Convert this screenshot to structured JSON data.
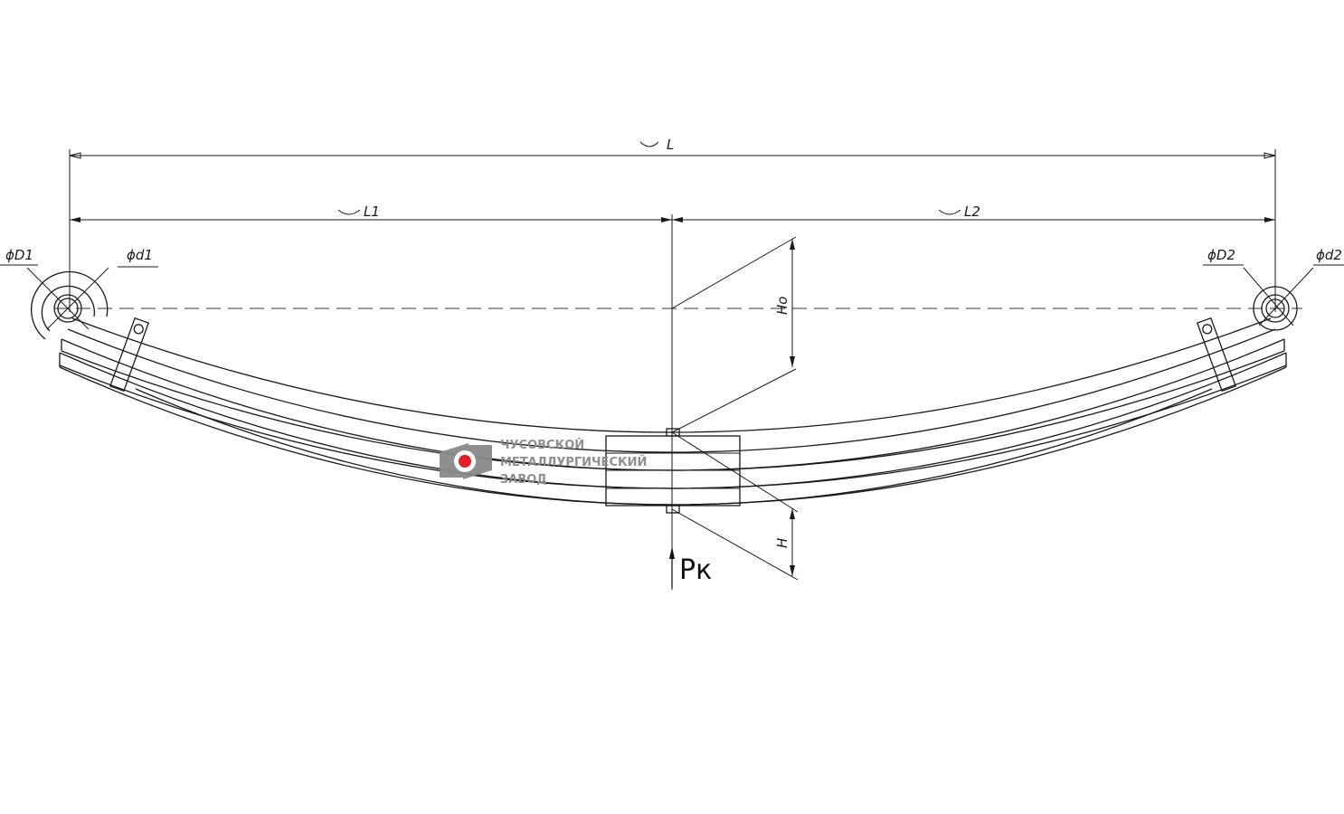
{
  "drawing": {
    "dimensions": {
      "length_total": "L",
      "length_left": "L1",
      "length_right": "L2",
      "eye_outer_left": "ϕD1",
      "eye_inner_left": "ϕd1",
      "eye_outer_right": "ϕD2",
      "eye_inner_right": "ϕd2",
      "free_height": "Ho",
      "loaded_height": "H"
    },
    "load_label": "Pк"
  },
  "watermark": {
    "line1": "ЧУСОВСКОЙ",
    "line2": "МЕТАЛЛУРГИЧЕСКИЙ",
    "line3": "ЗАВОД",
    "accent_color": "#e3111b",
    "gray": "#8a8a8a"
  }
}
